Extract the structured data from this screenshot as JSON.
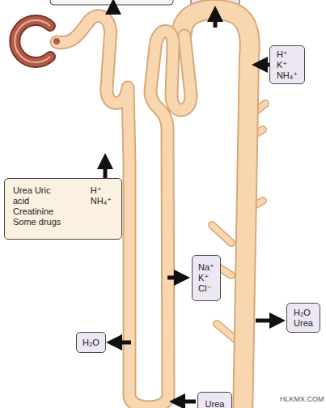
{
  "diagram": {
    "nodes": [
      {
        "text": [
          "H⁺ K⁺ NH₄⁺"
        ]
      },
      {
        "text": [
          "Urea Uric acid Creatinine Some drugs",
          "H⁺ NH₄⁺"
        ]
      },
      {
        "text": [
          "Na⁺ K⁺ Cl⁻"
        ]
      },
      {
        "text": [
          "H₂O Urea"
        ]
      },
      {
        "text": [
          "H₂O"
        ]
      },
      {
        "text": [
          "Urea"
        ]
      }
    ],
    "labels": [
      "HLKMX.COM"
    ]
  }
}
